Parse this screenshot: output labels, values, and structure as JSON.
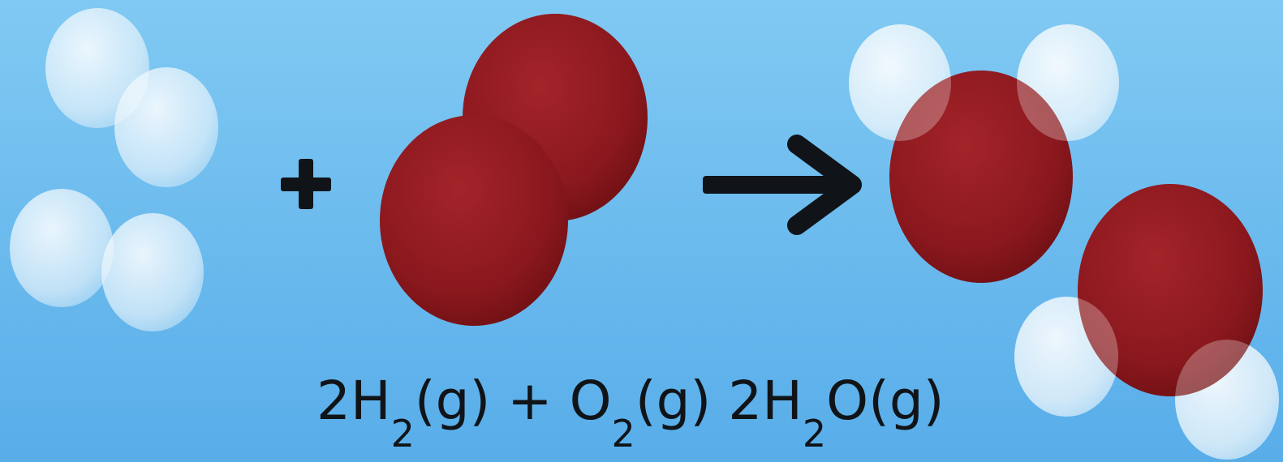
{
  "diagram": {
    "plus_symbol": "+",
    "arrow_symbol": "→",
    "equation": {
      "coef_h2": "2H",
      "sub_h2": "2",
      "state_h2": "(g)",
      "plus": "+",
      "o": "O",
      "sub_o2": "2",
      "state_o2": "(g)",
      "coef_h2o": "2H",
      "sub_h2o": "2",
      "o_h2o": "O(g)"
    },
    "colors": {
      "background_top": "#7cc6f2",
      "background_bottom": "#5ab0ea",
      "oxygen": "#8e1a1f",
      "hydrogen": "#eef6fb",
      "text": "#101418"
    }
  }
}
